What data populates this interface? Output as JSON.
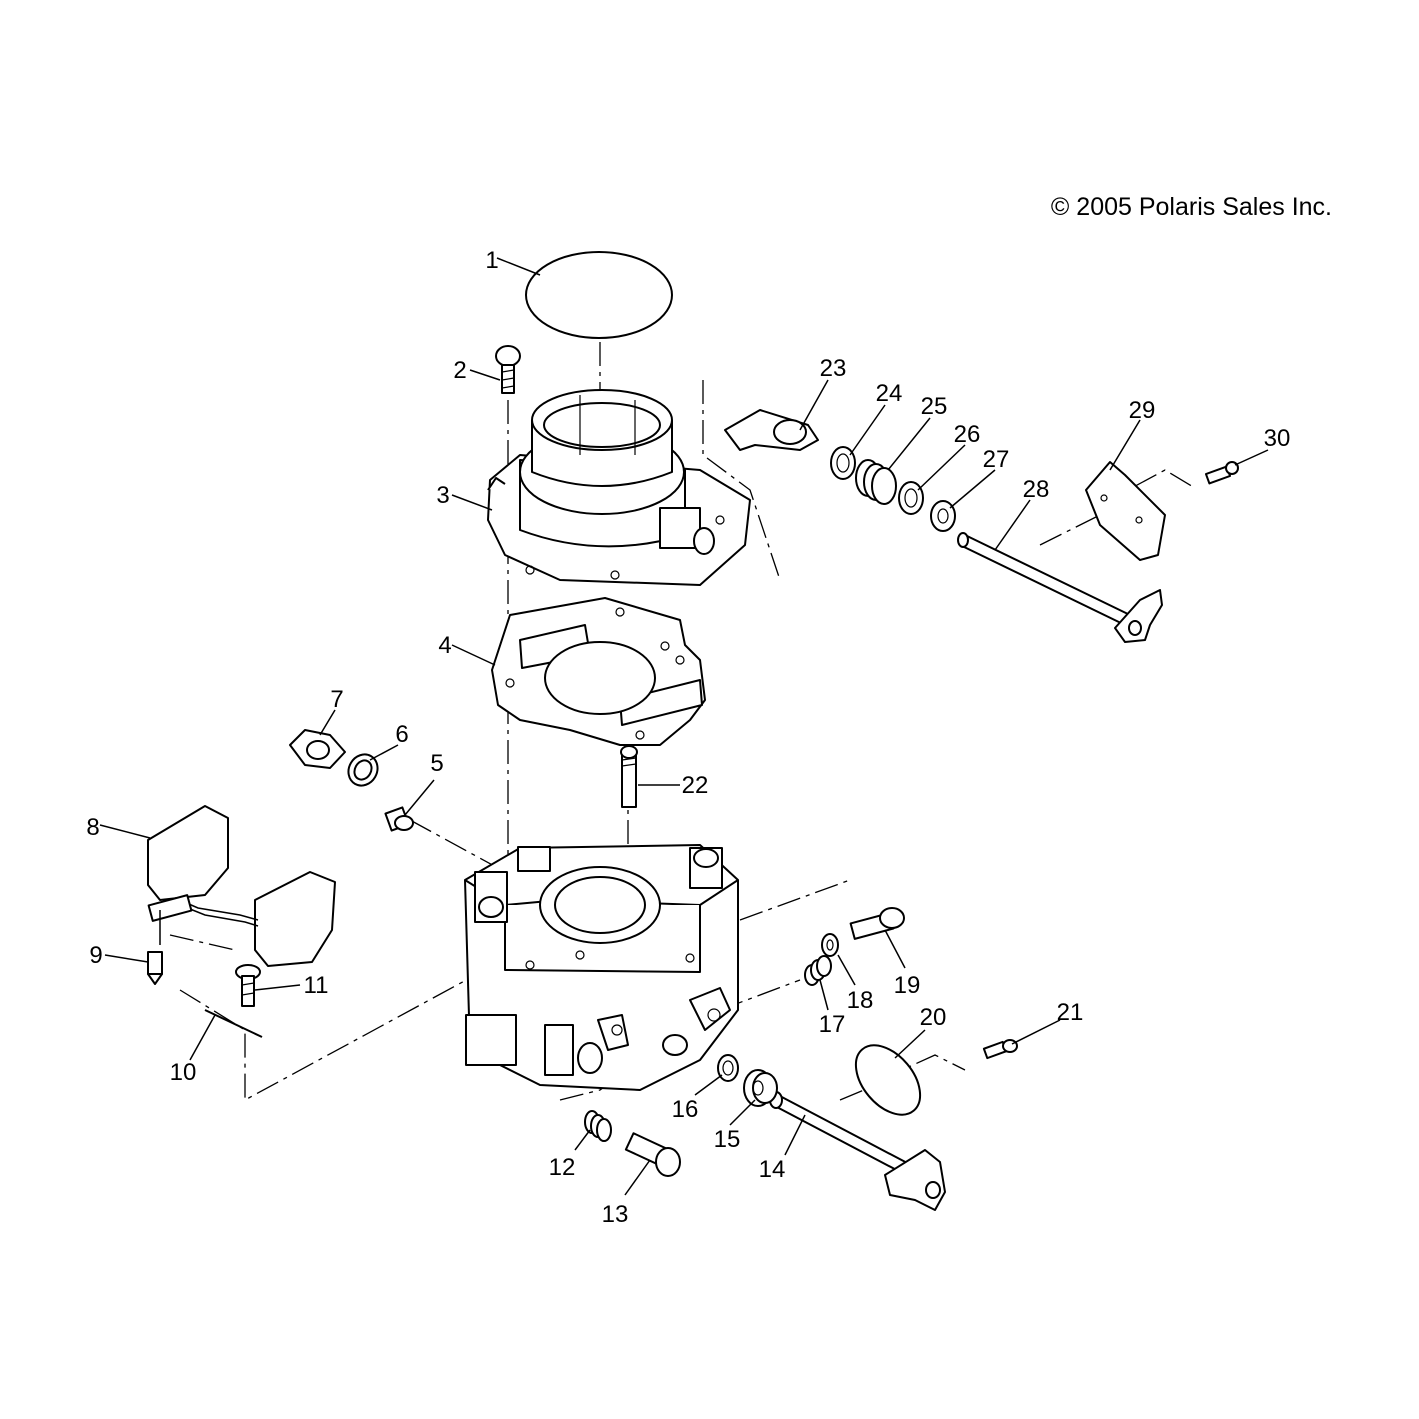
{
  "copyright": "© 2005 Polaris Sales Inc.",
  "callouts": [
    "1",
    "2",
    "3",
    "4",
    "5",
    "6",
    "7",
    "8",
    "9",
    "10",
    "11",
    "12",
    "13",
    "14",
    "15",
    "16",
    "17",
    "18",
    "19",
    "20",
    "21",
    "22",
    "23",
    "24",
    "25",
    "26",
    "27",
    "28",
    "29",
    "30"
  ]
}
